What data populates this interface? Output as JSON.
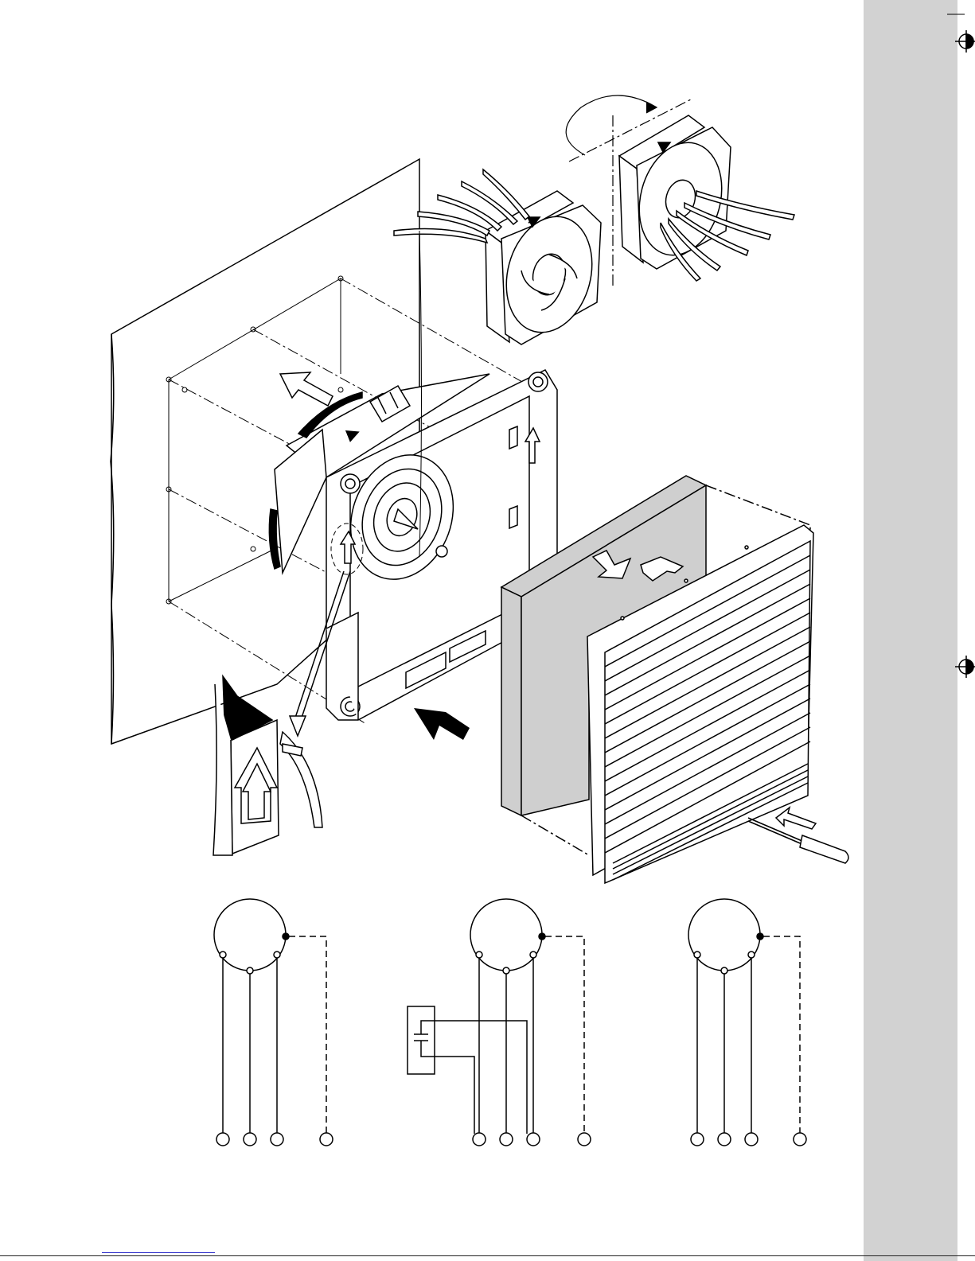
{
  "document": {
    "sidebar_color": "#d2d2d2",
    "line_color": "#000000",
    "filter_fill": "#cfcfcf"
  },
  "icons": {
    "registration_marks": [
      "registration-crosshair-icon",
      "registration-crosshair-icon"
    ]
  },
  "diagram": {
    "exploded_view": [
      "mounting-panel",
      "fan-unit",
      "reversible-fan",
      "filter-mat",
      "louvre-grille",
      "screwdriver",
      "clip-detail"
    ],
    "wiring_diagrams": 3
  }
}
